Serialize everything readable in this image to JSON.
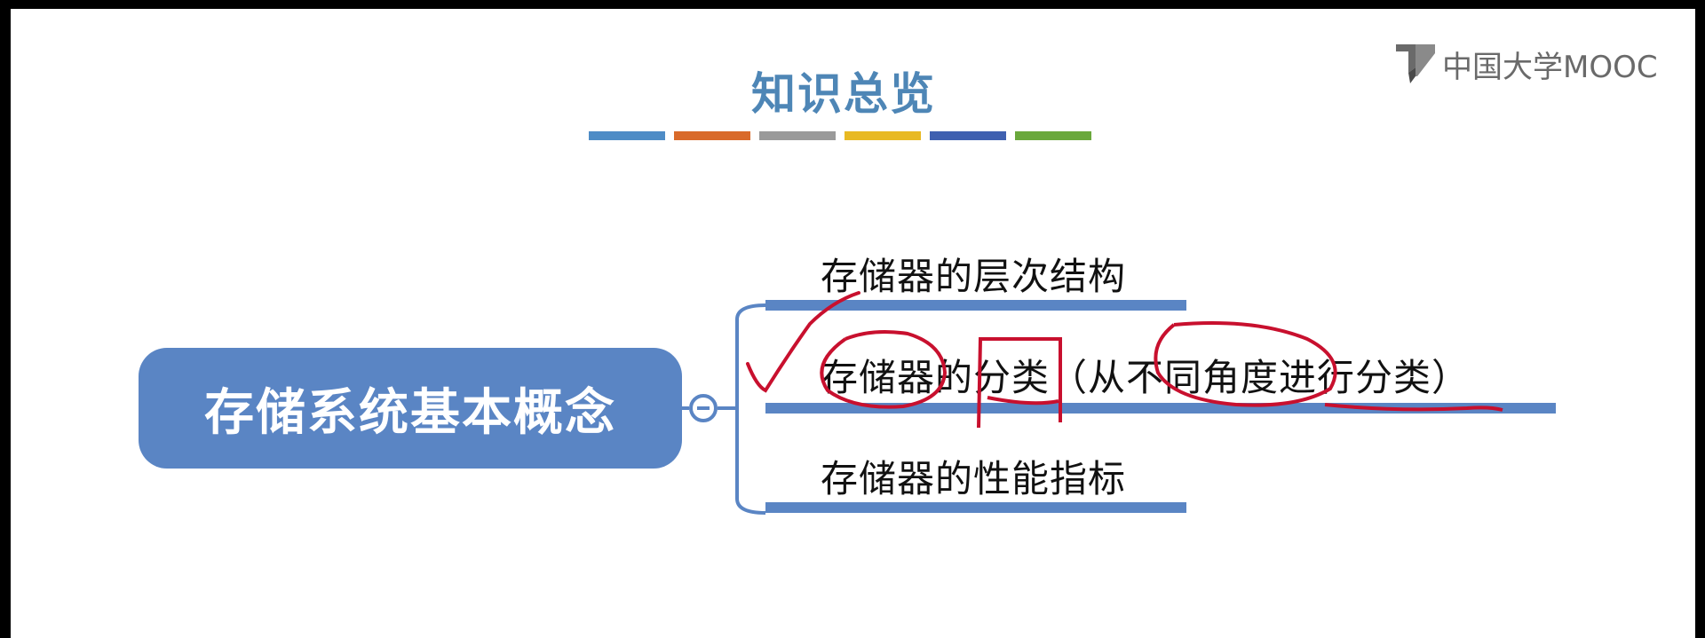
{
  "title": "知识总览",
  "title_color": "#4e86b6",
  "accent_colors": [
    "#4e8cc6",
    "#d96a2a",
    "#9a9a9a",
    "#e8b923",
    "#3f60b0",
    "#6aa83c"
  ],
  "logo": {
    "text": "中国大学MOOC",
    "icon": "book-icon"
  },
  "mindmap": {
    "central": "存储系统基本概念",
    "node_color": "#5a85c4",
    "branches": [
      {
        "label": "存储器的层次结构"
      },
      {
        "label": "存储器的分类（从不同角度进行分类）"
      },
      {
        "label": "存储器的性能指标"
      }
    ]
  },
  "annotations": {
    "ink_color": "#c8102e",
    "marks": [
      "check-mark",
      "circle-storage",
      "box-classification",
      "circle-different-angles",
      "underline-classify"
    ]
  }
}
